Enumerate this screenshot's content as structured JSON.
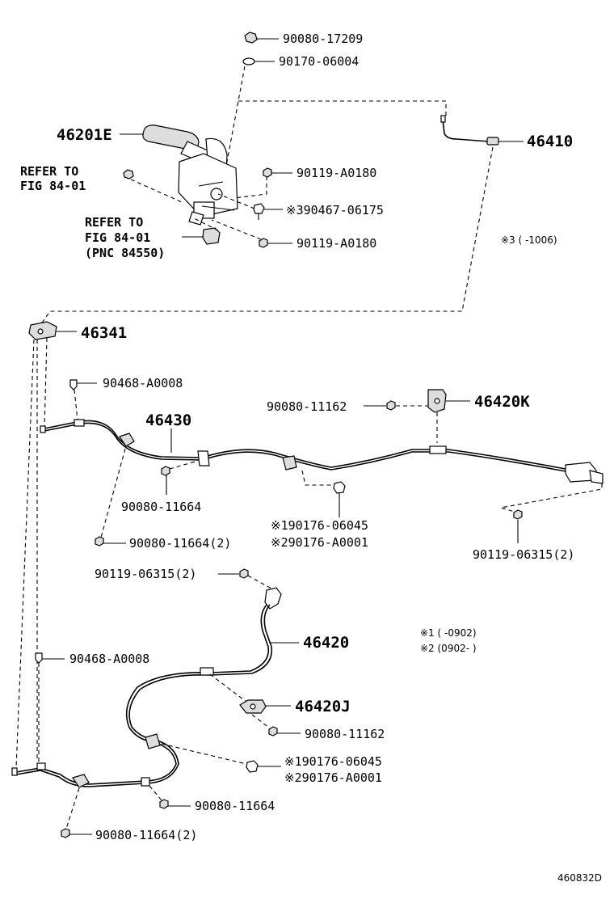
{
  "labels": {
    "p90080_17209": "90080-17209",
    "p90170_06004": "90170-06004",
    "p46201E": "46201E",
    "p46410": "46410",
    "refer1_line1": "REFER TO",
    "refer1_line2": "FIG 84-01",
    "p90119_A0180_a": "90119-A0180",
    "p90467_06175": "※390467-06175",
    "refer2_line1": "REFER TO",
    "refer2_line2": "FIG 84-01",
    "refer2_line3": "(PNC 84550)",
    "p90119_A0180_b": "90119-A0180",
    "note3": "※3 (    -1006)",
    "p46341": "46341",
    "p90468_A0008_a": "90468-A0008",
    "p90080_11162_a": "90080-11162",
    "p46420K": "46420K",
    "p46430": "46430",
    "p90080_11664_a": "90080-11664",
    "p90176_06045_a": "※190176-06045",
    "p90176_A0001_a": "※290176-A0001",
    "p90080_11664_2_a": "90080-11664(2)",
    "p90119_06315_2_a": "90119-06315(2)",
    "p90119_06315_2_b": "90119-06315(2)",
    "p46420": "46420",
    "note1": "※1 (     -0902)",
    "note2": "※2 (0902-     )",
    "p90468_A0008_b": "90468-A0008",
    "p46420J": "46420J",
    "p90080_11162_b": "90080-11162",
    "p90176_06045_b": "※190176-06045",
    "p90176_A0001_b": "※290176-A0001",
    "p90080_11664_b": "90080-11664",
    "p90080_11664_2_b": "90080-11664(2)",
    "figure_code": "460832D"
  }
}
